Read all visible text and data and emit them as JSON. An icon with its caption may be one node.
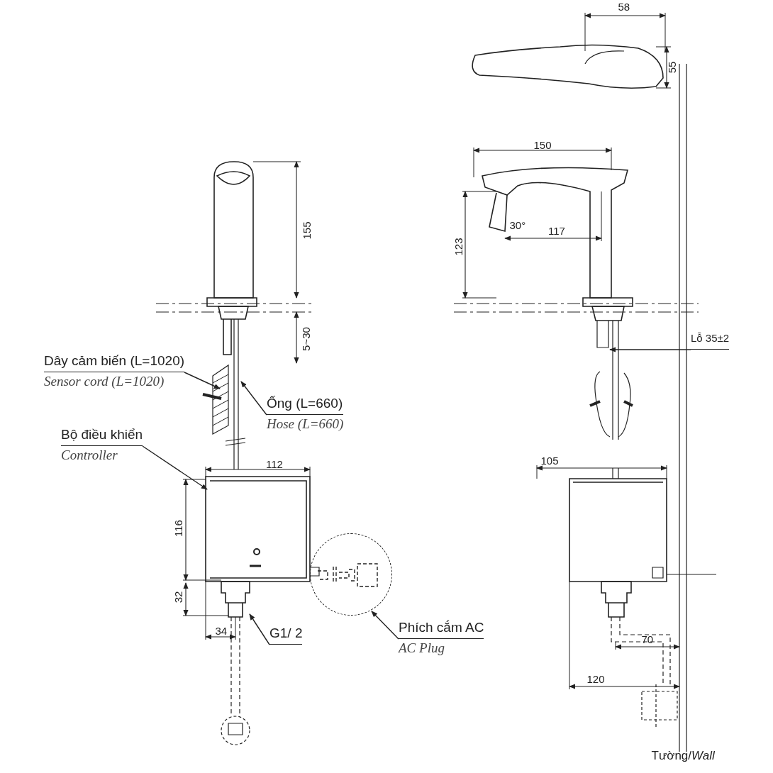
{
  "diagram": {
    "nodes": [
      {
        "text": [
          "Dây cảm biến (L=1020)",
          "Sensor cord (L=1020)"
        ]
      },
      {
        "text": [
          "Ống (L=660)",
          "Hose (L=660)"
        ]
      },
      {
        "text": [
          "Bộ điều khiển",
          "Controller"
        ]
      },
      {
        "text": [
          "G1/ 2"
        ]
      },
      {
        "text": [
          "Phích cắm AC",
          "AC Plug"
        ]
      },
      {
        "text": [],
        "shape": "circle"
      },
      {
        "text": [
          "Lỗ 35±2"
        ]
      }
    ],
    "edges": [
      {
        "from": 0,
        "to": null,
        "arrow": "to"
      },
      {
        "from": 1,
        "to": null,
        "arrow": "to"
      },
      {
        "from": 2,
        "to": null,
        "arrow": "to"
      },
      {
        "from": 3,
        "to": null,
        "arrow": "to"
      },
      {
        "from": 4,
        "to": 5,
        "arrow": "to"
      },
      {
        "from": 6,
        "to": null,
        "arrow": "to"
      }
    ],
    "labels": [
      "58",
      "55",
      "150",
      "155",
      "30°",
      "117",
      "123",
      "5~30",
      "112",
      "105",
      "116",
      "32",
      "34",
      "70",
      "120",
      "Tường/*Wall*"
    ]
  }
}
